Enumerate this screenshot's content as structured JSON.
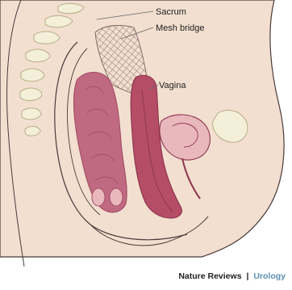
{
  "labels": {
    "sacrum": "Sacrum",
    "mesh_bridge": "Mesh bridge",
    "vagina": "Vagina"
  },
  "credit": {
    "journal": "Nature Reviews",
    "separator": "|",
    "section": "Urology"
  },
  "colors": {
    "skin": "#f2dfcf",
    "outline": "#4a3a3a",
    "bone": "#f3efd9",
    "bone_outline": "#b8ad88",
    "bowel": "#c06a82",
    "bowel_dark": "#a64f68",
    "vagina": "#b54d67",
    "vagina_dark": "#8f3550",
    "cavity_pink": "#e8b8bd",
    "mesh": "#7c6060",
    "leader": "#666666",
    "credit_text": "#222222",
    "credit_accent": "#5b8fb4"
  }
}
